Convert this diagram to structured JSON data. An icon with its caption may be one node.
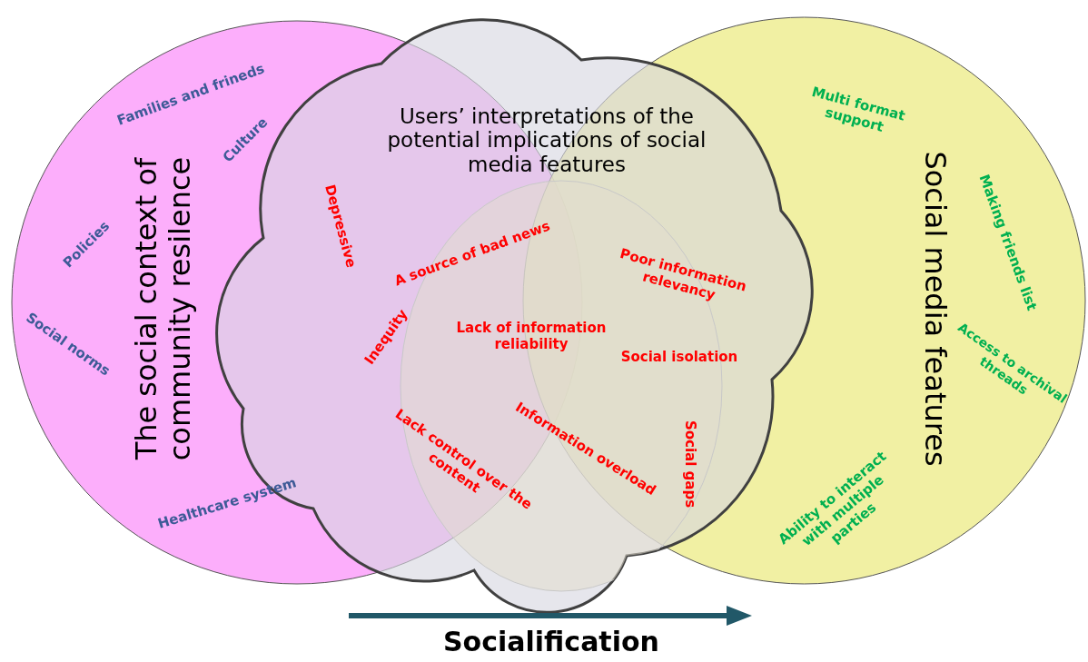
{
  "diagram": {
    "nodes": [
      {
        "text": [
          "The social context of community resilence"
        ]
      },
      {
        "text": [
          "Social media features"
        ]
      },
      {
        "text": [
          "Users’ interpretations of the potential implications of social media features"
        ]
      },
      {
        "text": [],
        "shape": "circle",
        "in": 2
      }
    ],
    "labels": [
      "Families and frineds",
      "Culture",
      "Policies",
      "Social norms",
      "Healthcare system",
      "Depressive",
      "A source of bad news",
      "Poor information relevancy",
      "Inequity",
      "Lack of information reliability",
      "Social isolation",
      "Lack control over the content",
      "Information overload",
      "Social gaps",
      "Multi format support",
      "Making friends list",
      "Access to archival threads",
      "Ability to interact with multiple parties",
      "Socialification"
    ]
  }
}
